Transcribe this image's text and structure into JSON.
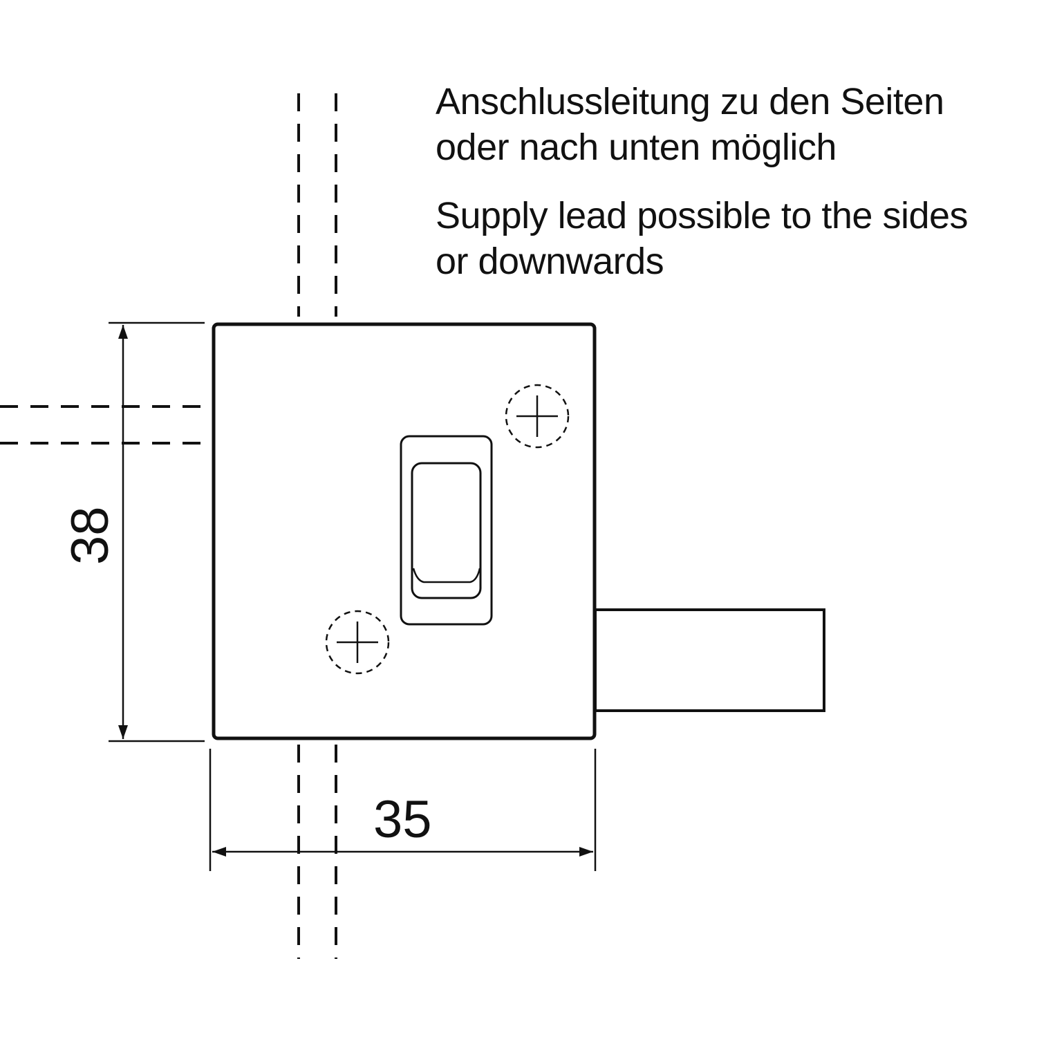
{
  "notes": {
    "german": {
      "line1": "Anschlussleitung zu den Seiten",
      "line2": "oder nach unten möglich"
    },
    "english": {
      "line1": "Supply lead possible to the sides",
      "line2": "or downwards"
    }
  },
  "dimensions": {
    "width": "35",
    "height": "38"
  },
  "colors": {
    "line": "#111111",
    "background": "#ffffff"
  }
}
